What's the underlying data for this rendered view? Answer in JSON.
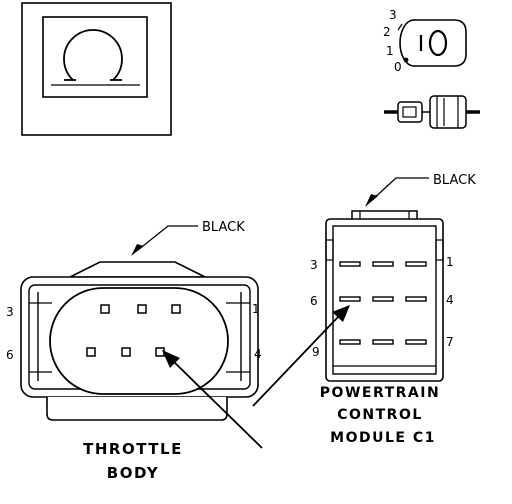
{
  "ohm_symbol": "Ω",
  "key_positions": [
    "3",
    "2",
    "1",
    "0"
  ],
  "throttle_body": {
    "wire_color_label": "BLACK",
    "name_line1": "THROTTLE",
    "name_line2": "BODY",
    "pin_labels": [
      "3",
      "1",
      "6",
      "4"
    ]
  },
  "pcm_c1": {
    "wire_color_label": "BLACK",
    "name_line1": "POWERTRAIN",
    "name_line2": "CONTROL",
    "name_line3": "MODULE C1",
    "pin_labels": [
      "3",
      "1",
      "6",
      "4",
      "9",
      "7"
    ]
  }
}
